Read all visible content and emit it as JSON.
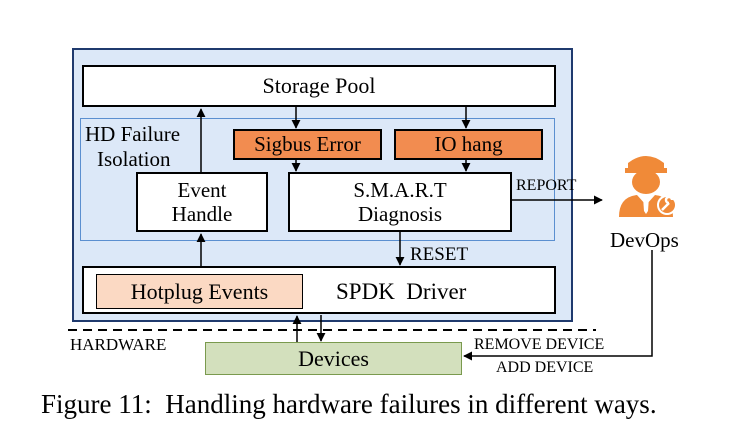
{
  "diagram": {
    "storage_pool": "Storage Pool",
    "isolation_label_line1": "HD Failure",
    "isolation_label_line2": "Isolation",
    "sigbus_error": "Sigbus Error",
    "io_hang": "IO hang",
    "event_handle_line1": "Event",
    "event_handle_line2": "Handle",
    "smart_line1": "S.M.A.R.T",
    "smart_line2": "Diagnosis",
    "report_label": "REPORT",
    "devops_label": "DevOps",
    "reset_label": "RESET",
    "hotplug_events": "Hotplug Events",
    "spdk_driver": "SPDK  Driver",
    "hardware_label": "HARDWARE",
    "devices": "Devices",
    "remove_device": "REMOVE DEVICE",
    "add_device": "ADD DEVICE",
    "devops_icon": "devops-engineer-icon",
    "colors": {
      "outer_fill": "#dce8f8",
      "outer_border": "#1f3a6e",
      "isolation_border": "#5b8fd0",
      "error_fill": "#f28c50",
      "hotplug_fill": "#fbd9c3",
      "devices_fill": "#d3e0bd",
      "devices_border": "#7a9a4e",
      "devops_icon": "#f08a38"
    }
  },
  "caption": "Figure 11:  Handling hardware failures in different ways."
}
